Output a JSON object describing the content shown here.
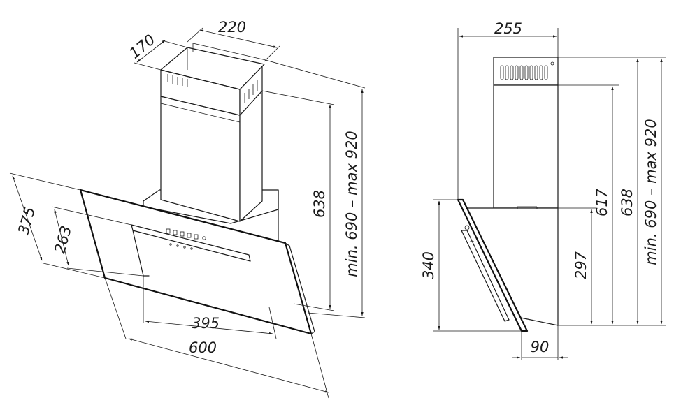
{
  "left_view": {
    "chimney_width": "220",
    "chimney_depth": "170",
    "chimney_height": "638",
    "total_height": "min. 690 – max 920",
    "glass_depth": "375",
    "inner_depth": "263",
    "inner_width": "395",
    "glass_width": "600"
  },
  "right_view": {
    "depth_top": "255",
    "front_height": "340",
    "lower_height": "297",
    "chimney_height_a": "617",
    "chimney_height_b": "638",
    "total_height": "min. 690 – max 920",
    "bottom_offset": "90"
  }
}
